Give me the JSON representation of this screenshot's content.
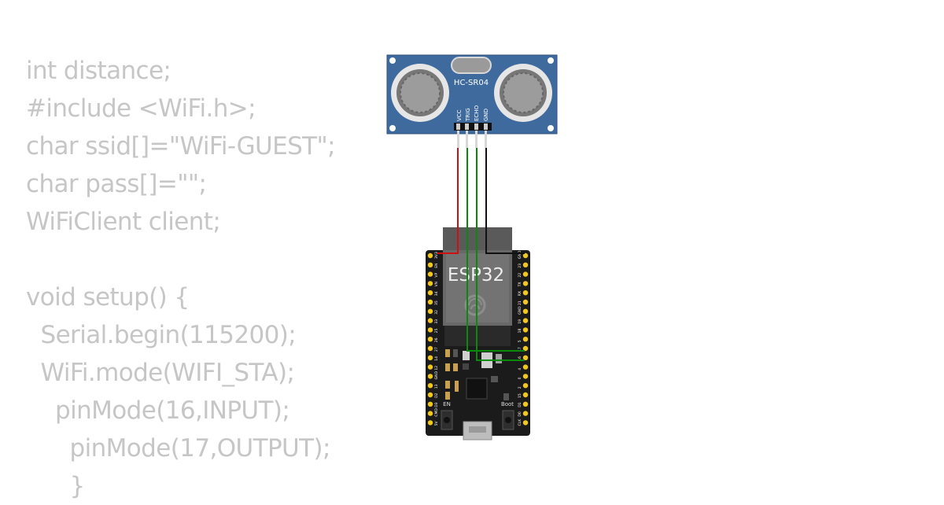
{
  "code_lines": [
    "int distance;",
    "#include <WiFi.h>;",
    "char ssid[]=\"WiFi-GUEST\";",
    "char pass[]=\"\";",
    "WiFiClient client;",
    "",
    "void setup() {",
    "  Serial.begin(115200);",
    "  WiFi.mode(WIFI_STA);",
    "    pinMode(16,INPUT);",
    "      pinMode(17,OUTPUT);",
    "      }"
  ],
  "sensor": {
    "label": "HC-SR04",
    "pins": [
      "VCC",
      "TRIG",
      "ECHO",
      "GND"
    ]
  },
  "board": {
    "chip_label": "ESP32",
    "en_label": "EN",
    "boot_label": "Boot",
    "left_header_labels": [
      "3V3",
      "EN",
      "VP",
      "VN",
      "34",
      "35",
      "32",
      "33",
      "25",
      "26",
      "27",
      "14",
      "12",
      "GND",
      "13",
      "D2",
      "D3",
      "CMD",
      "5V"
    ],
    "right_header_labels": [
      "GND",
      "23",
      "22",
      "TX",
      "RX",
      "21",
      "GND",
      "19",
      "18",
      "5",
      "17",
      "16",
      "4",
      "0",
      "2",
      "15",
      "D1",
      "D0",
      "CLK"
    ]
  },
  "wire_colors": {
    "vcc": "#d01010",
    "trig": "#0a8a0a",
    "echo": "#0a8a0a",
    "gnd": "#111111"
  },
  "colors": {
    "module_blue": "#3f6a9e",
    "board_black": "#1b1b1b",
    "pin_gold": "#f2c81e",
    "code_gray": "#c6c6c6"
  }
}
